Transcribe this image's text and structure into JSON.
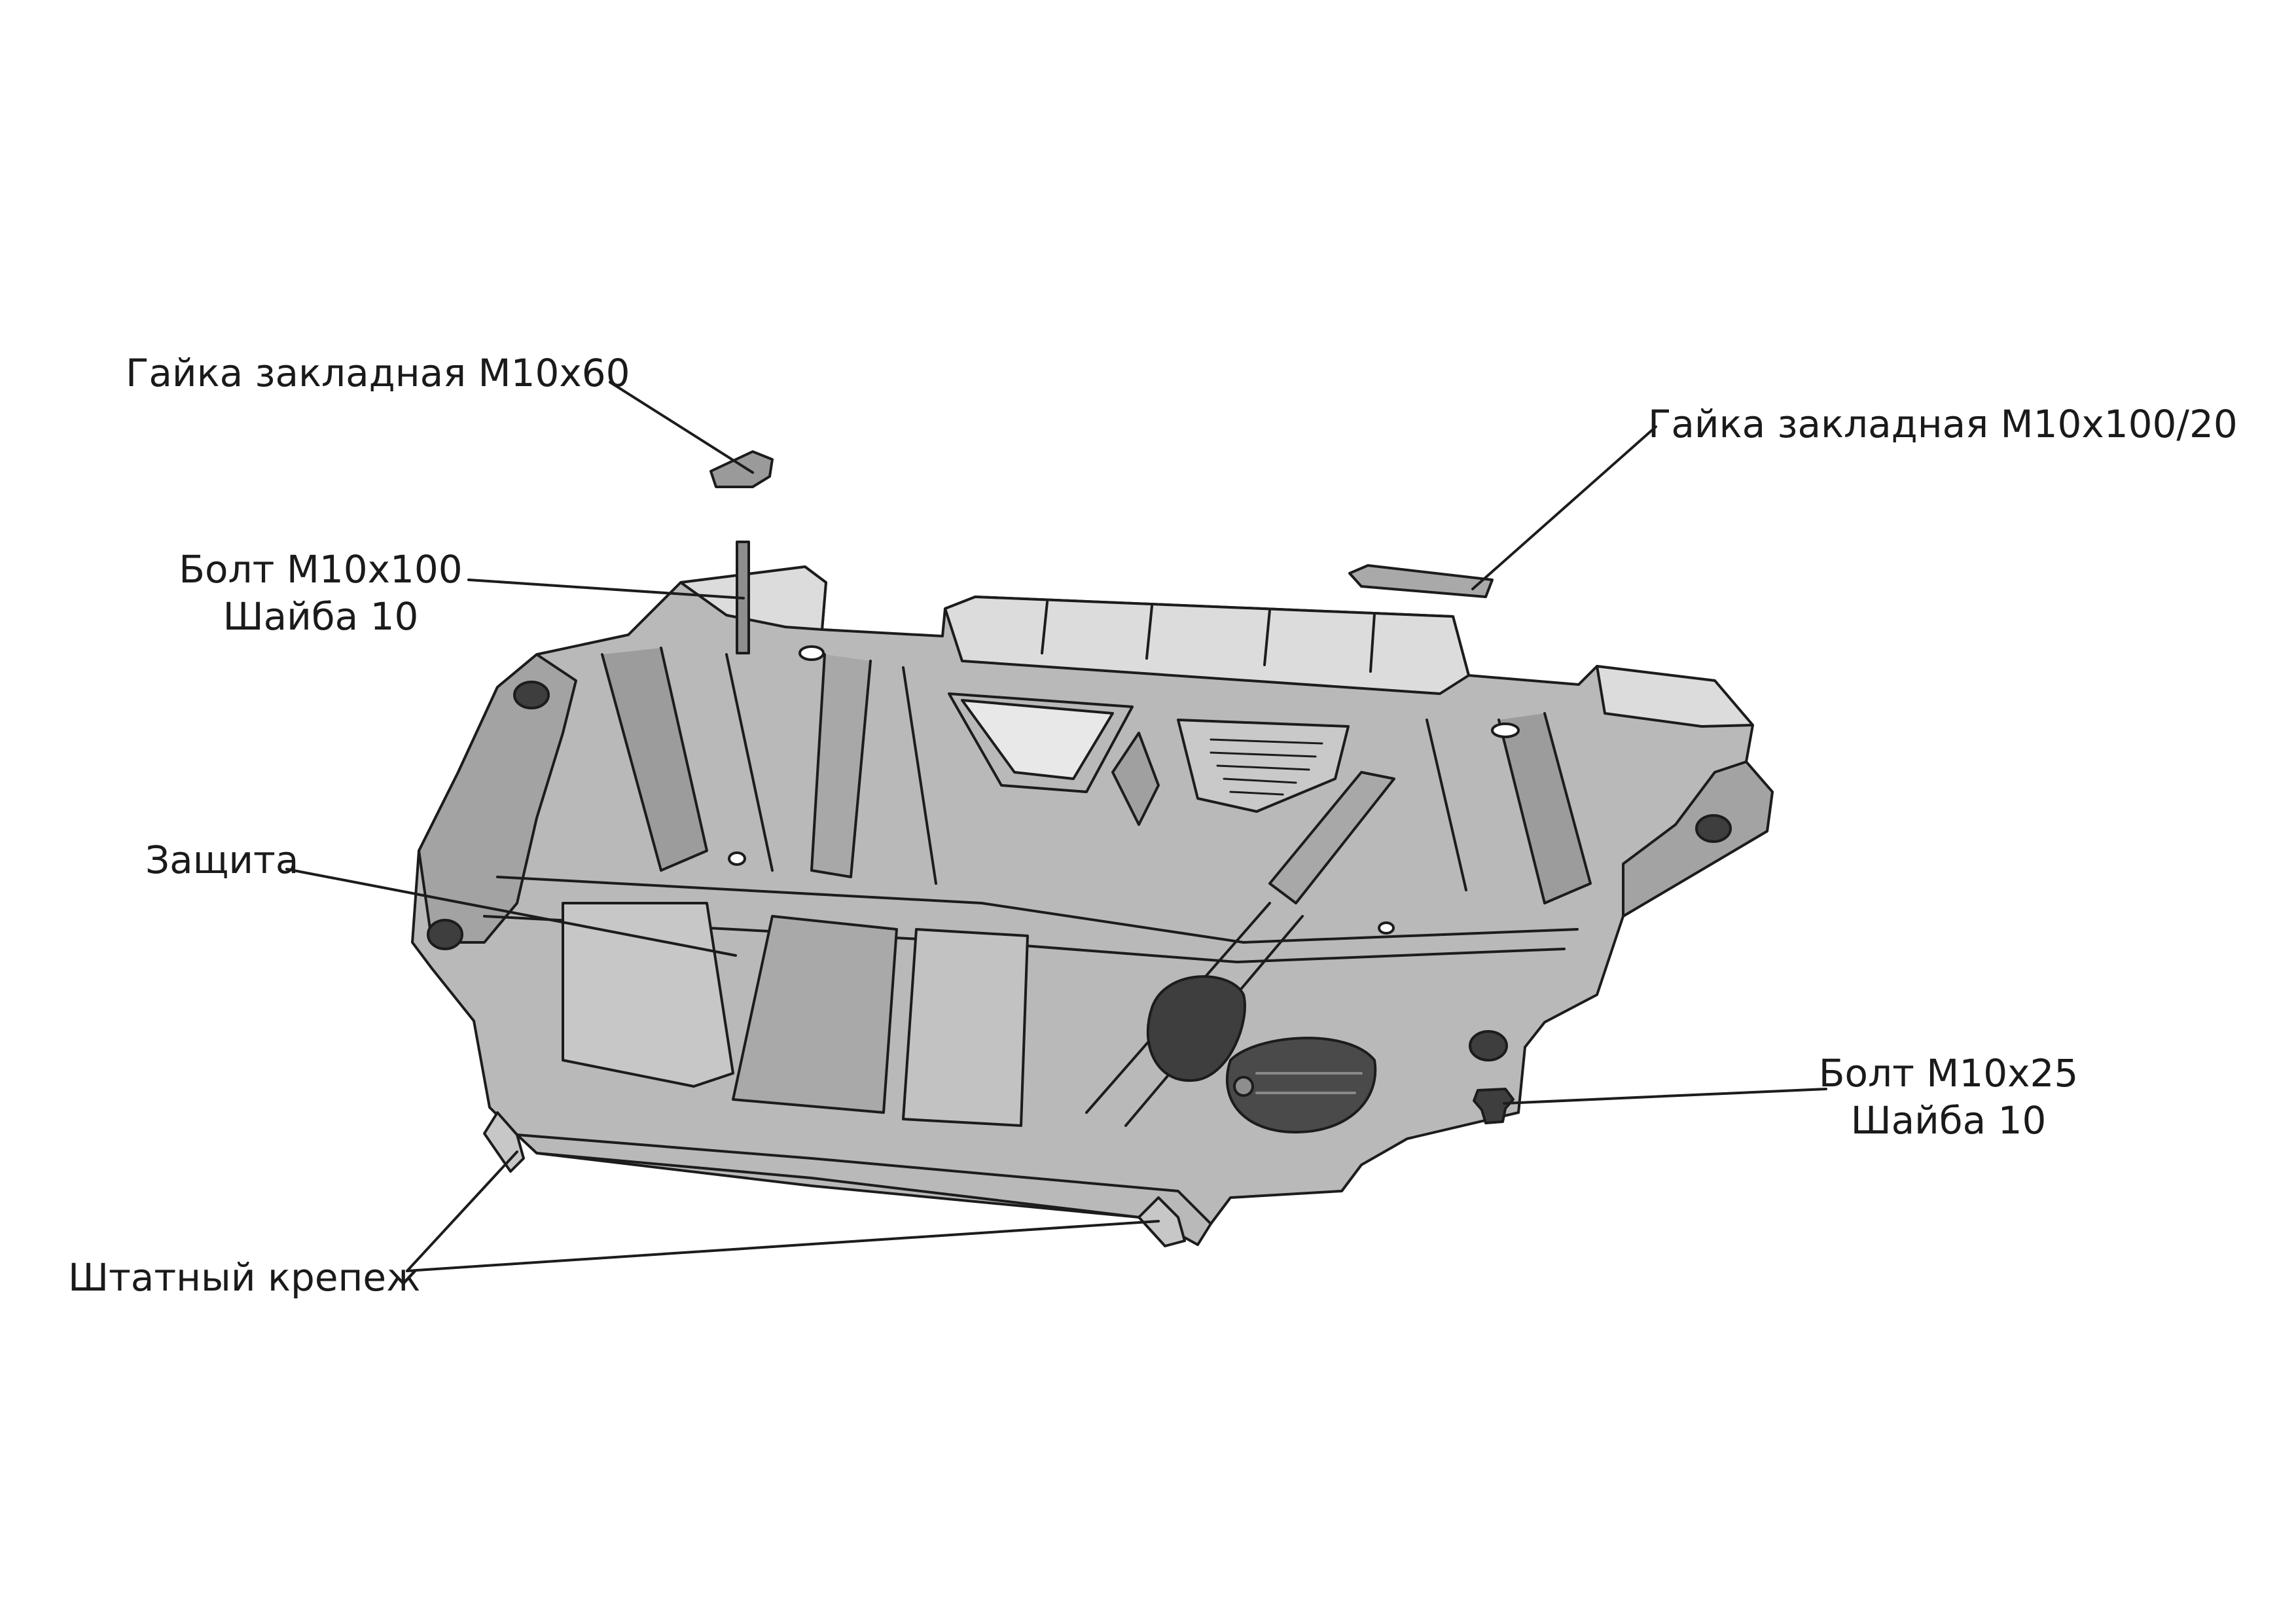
{
  "labels": {
    "insert_nut_m10x60": "Гайка закладная М10х60",
    "insert_nut_m10x100_20": "Гайка закладная М10х100/20",
    "bolt_m10x100": "Болт М10х100",
    "washer_10_a": "Шайба 10",
    "guard": "Защита",
    "bolt_m10x25": "Болт М10х25",
    "washer_10_b": "Шайба 10",
    "standard_fasteners": "Штатный крепеж"
  },
  "colors": {
    "plate_fill": "#b9b9b9",
    "plate_dark": "#8e8e8e",
    "plate_light": "#dcdcdc",
    "outline": "#1c1c1c",
    "hole_dark": "#3e3e3e",
    "text": "#1a1a1a"
  }
}
